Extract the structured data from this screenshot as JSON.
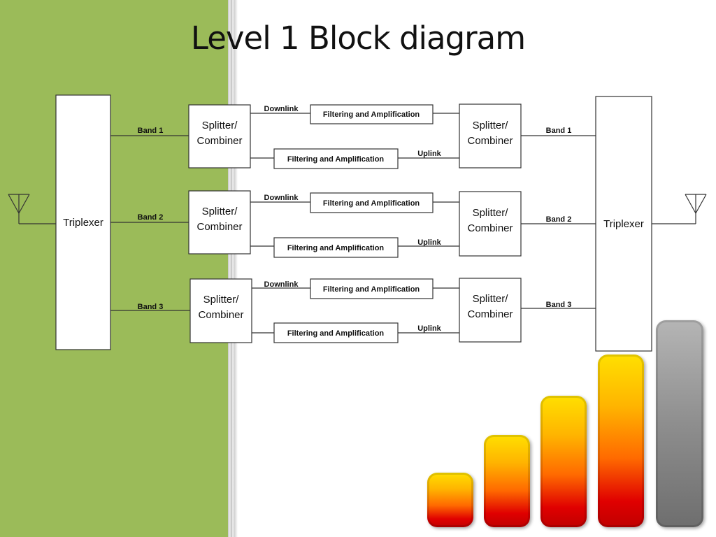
{
  "title": "Level 1 Block diagram",
  "diagram": {
    "left_triplexer": "Triplexer",
    "right_triplexer": "Triplexer",
    "bands": [
      {
        "left_band_label": "Band 1",
        "right_band_label": "Band 1",
        "left_splitter": [
          "Splitter/",
          "Combiner"
        ],
        "right_splitter": [
          "Splitter/",
          "Combiner"
        ],
        "downlink_label": "Downlink",
        "uplink_label": "Uplink",
        "downlink_block": "Filtering and Amplification",
        "uplink_block": "Filtering and Amplification"
      },
      {
        "left_band_label": "Band 2",
        "right_band_label": "Band 2",
        "left_splitter": [
          "Splitter/",
          "Combiner"
        ],
        "right_splitter": [
          "Splitter/",
          "Combiner"
        ],
        "downlink_label": "Downlink",
        "uplink_label": "Uplink",
        "downlink_block": "Filtering and Amplification",
        "uplink_block": "Filtering and Amplification"
      },
      {
        "left_band_label": "Band 3",
        "right_band_label": "Band 3",
        "left_splitter": [
          "Splitter/",
          "Combiner"
        ],
        "right_splitter": [
          "Splitter/",
          "Combiner"
        ],
        "downlink_label": "Downlink",
        "uplink_label": "Uplink",
        "downlink_block": "Filtering and Amplification",
        "uplink_block": "Filtering and Amplification"
      }
    ]
  },
  "colors": {
    "green_panel": "#9bbb59",
    "line": "#333333",
    "signal_warm_top": "#ffe000",
    "signal_warm_bottom": "#c00000",
    "signal_gray": "#8e8e8e"
  },
  "decoration": {
    "signal_icon": "signal-strength-bars-icon"
  }
}
